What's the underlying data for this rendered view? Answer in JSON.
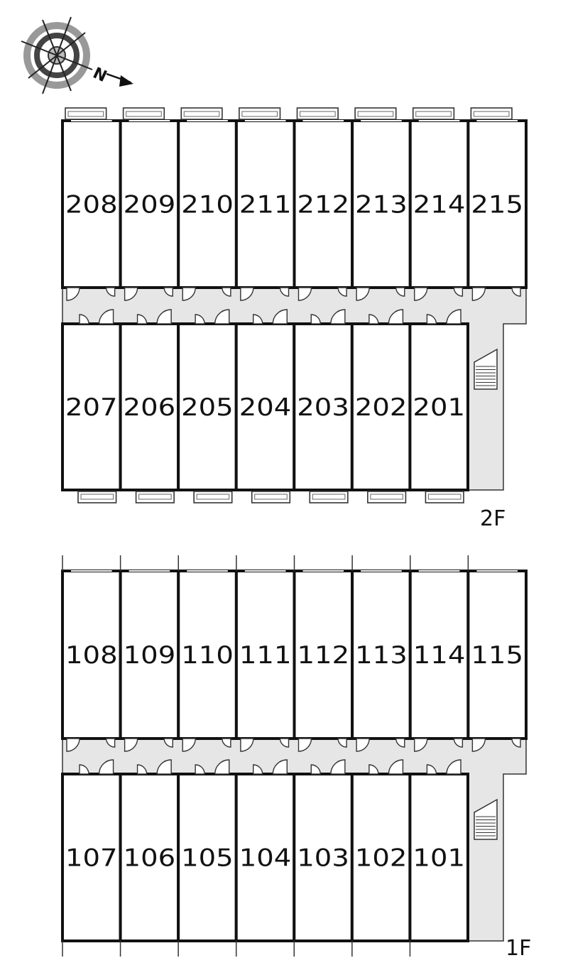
{
  "compass": {
    "north_label": "N"
  },
  "floors": [
    {
      "label": "2F",
      "back_row": [
        "208",
        "209",
        "210",
        "211",
        "212",
        "213",
        "214",
        "215"
      ],
      "front_row": [
        "207",
        "206",
        "205",
        "204",
        "203",
        "202",
        "201"
      ]
    },
    {
      "label": "1F",
      "back_row": [
        "108",
        "109",
        "110",
        "111",
        "112",
        "113",
        "114",
        "115"
      ],
      "front_row": [
        "107",
        "106",
        "105",
        "104",
        "103",
        "102",
        "101"
      ]
    }
  ],
  "colors": {
    "wall": "#111111",
    "corridor": "#e6e6e6",
    "background": "#ffffff"
  }
}
